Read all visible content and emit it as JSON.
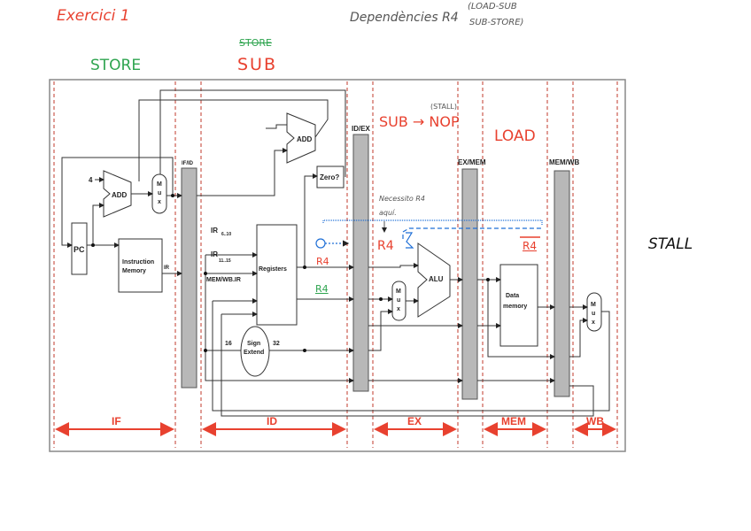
{
  "annotations": {
    "title": "Exercici 1",
    "dependency_label": "Dependències R4",
    "dependency_pair_1": "(LOAD-SUB",
    "dependency_pair_2": "SUB-STORE)",
    "if_instruction": "STORE",
    "id_instruction_old": "STORE",
    "id_instruction": "SUB",
    "ex_instruction": "SUB → NOP",
    "ex_stall_note": "(STALL)",
    "mem_instruction": "LOAD",
    "needs_r4_note_1": "Necessito R4",
    "needs_r4_note_2": "aquí.",
    "reg_r4_red": "R4",
    "reg_r4_green": "R4",
    "alu_input_r4": "R4",
    "mem_r4": "R4",
    "stall": "STALL"
  },
  "diagram": {
    "pipeline_registers": [
      "IF/ID",
      "ID/EX",
      "EX/MEM",
      "MEM/WB"
    ],
    "stages": [
      "IF",
      "ID",
      "EX",
      "MEM",
      "WB"
    ],
    "blocks": {
      "pc": "PC",
      "add_pc": "ADD",
      "add_branch": "ADD",
      "four": "4",
      "mux": [
        "M",
        "u",
        "x"
      ],
      "instruction_memory": [
        "Instruction",
        "Memory"
      ],
      "registers": "Registers",
      "zero": "Zero?",
      "alu": "ALU",
      "data_memory": [
        "Data",
        "memory"
      ],
      "sign_extend": [
        "Sign",
        "Extend"
      ]
    },
    "signals": {
      "ir": "IR",
      "ir_6_10": "IR",
      "ir_6_10_sub": "6..10",
      "ir_11_15": "IR",
      "ir_11_15_sub": "11..15",
      "mem_wb_ir": "MEM/WB.IR",
      "width_in": "16",
      "width_out": "32"
    },
    "colors": {
      "stage_arrow": "#e8412f",
      "dashed_divider": "#c0392b",
      "pipeline_register": "#b8b8b8",
      "annotation_red": "#e8412f",
      "annotation_green": "#2ea44f",
      "annotation_blue": "#1f6fd6"
    }
  }
}
